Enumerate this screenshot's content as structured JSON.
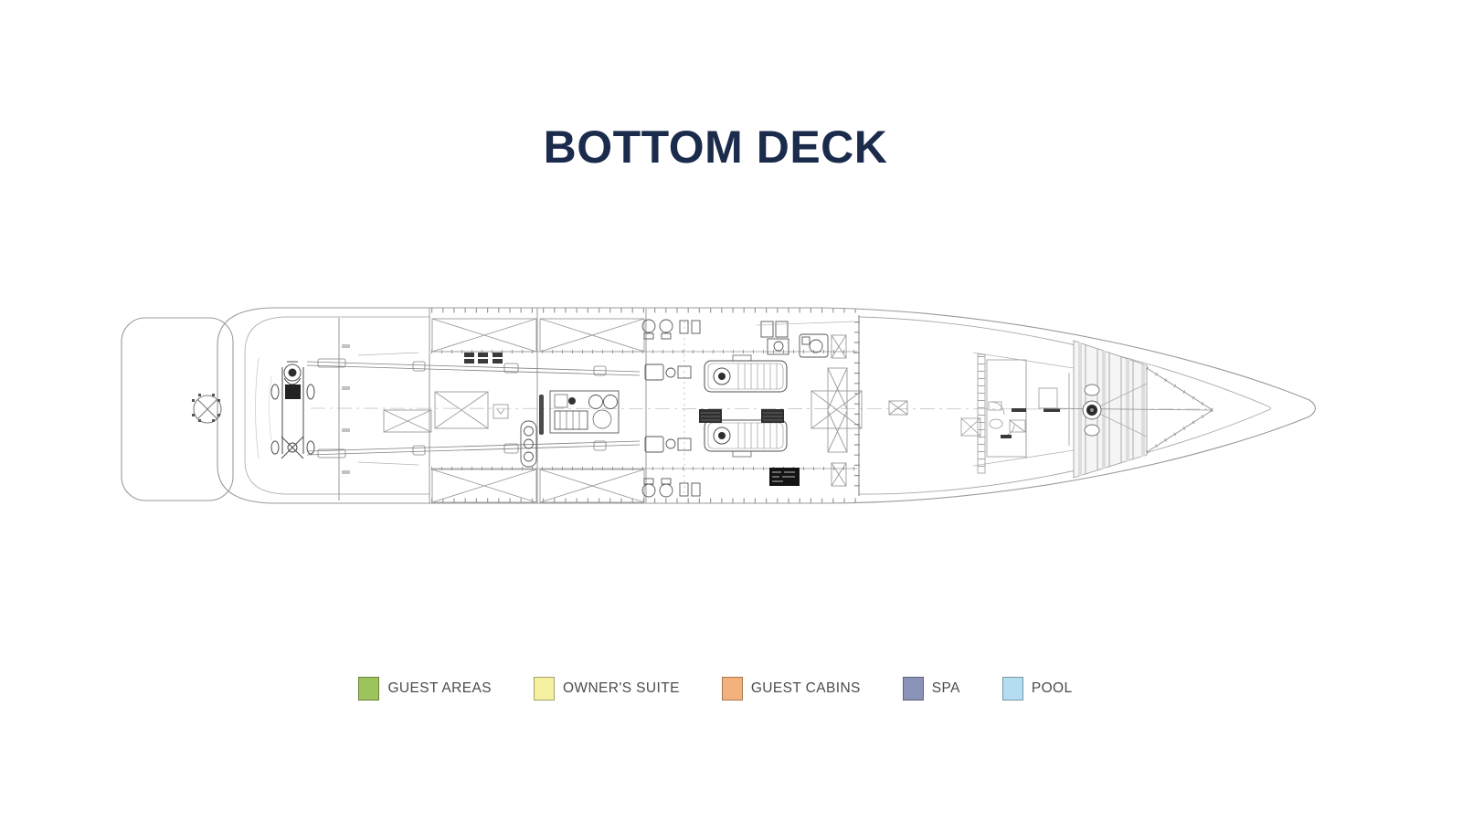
{
  "header": {
    "title": "BOTTOM DECK",
    "color": "#1b2b4b"
  },
  "deck_plan": {
    "name": "bottom-deck-general-arrangement-drawing",
    "line_color": "#999999"
  },
  "legend": {
    "text_color": "#4b4b4b",
    "items": [
      {
        "label": "GUEST AREAS",
        "color": "#9cc35c"
      },
      {
        "label": "OWNER'S SUITE",
        "color": "#f4f0a0"
      },
      {
        "label": "GUEST CABINS",
        "color": "#f4b17b"
      },
      {
        "label": "SPA",
        "color": "#8a92b8"
      },
      {
        "label": "POOL",
        "color": "#b4ddf2"
      }
    ]
  }
}
